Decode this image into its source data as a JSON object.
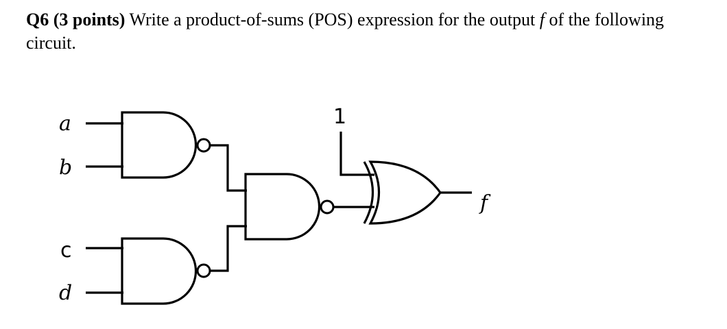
{
  "question": {
    "number": "Q6 (3 points)",
    "text_before": " Write a product-of-sums (POS) expression for the output ",
    "variable": "f",
    "text_after": " of the following circuit."
  },
  "circuit": {
    "inputs": {
      "a": "a",
      "b": "b",
      "c": "c",
      "d": "d"
    },
    "constant": "1",
    "output": "f",
    "gates": [
      "NAND",
      "NAND",
      "NAND",
      "XOR"
    ]
  }
}
